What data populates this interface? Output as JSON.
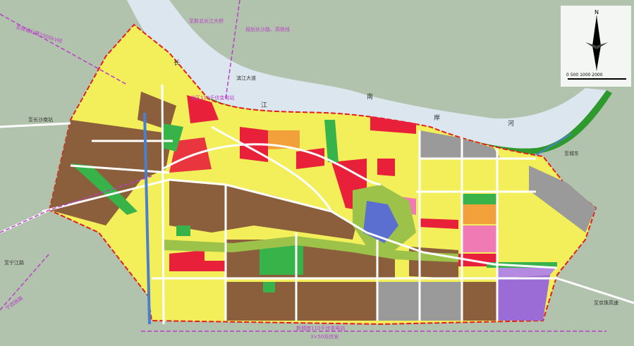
{
  "map": {
    "colors": {
      "background": "#b8c9b4",
      "river": "#dbe6ee",
      "river_bank": "#2e9a2e",
      "residential": "#f2ef5a",
      "industrial": "#8b5e3c",
      "commercial": "#e8203a",
      "logistics": "#9a9a9a",
      "green": "#38b34a",
      "education": "#f07ab4",
      "utility": "#9b6bd6",
      "mixed": "#f2a13a",
      "boundary": "#e02020",
      "rail": "#b840c8",
      "road": "#ffffff"
    },
    "labels": {
      "river_char_1": "长",
      "river_char_2": "江",
      "river_char_3": "南",
      "river_char_4": "岸",
      "river_char_5": "河",
      "top_left_road": "至绕城公路1000kV线",
      "top_center_note": "至新北长江大桥",
      "top_center_note2": "规划长沙路、高铁线",
      "substation_north": "北区110千伏变电站",
      "north_road": "滨江大道",
      "west_road": "至长沙南站",
      "west_road2": "至宁江路",
      "west_rail": "宁西铁路",
      "south_substation": "新城南110千伏变电站",
      "south_substation2": "3×50兆伏安",
      "east_road": "至城东",
      "east_road2": "至京珠高速",
      "north_arrow": "N",
      "scale_text": "0 500 1000 2000"
    }
  }
}
